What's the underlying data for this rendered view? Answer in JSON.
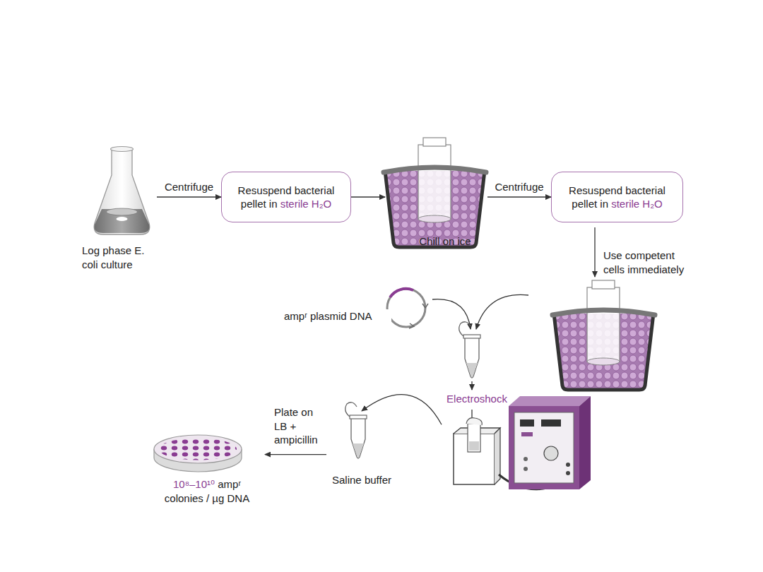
{
  "diagram": {
    "nodes": [
      {
        "text": [
          "Log phase E. coli culture"
        ]
      },
      {
        "text": [
          "Resuspend bacterial pellet in",
          "sterile H₂O"
        ]
      },
      {
        "text": [
          "Chill on ice"
        ]
      },
      {
        "text": [
          "Resuspend bacterial pellet in",
          "sterile H₂O"
        ]
      },
      {
        "text": [
          "Electroshock"
        ]
      },
      {
        "text": [
          "Saline buffer"
        ]
      },
      {
        "text": [
          "10⁸–10¹⁰",
          "ampʳ colonies / µg DNA"
        ]
      }
    ],
    "edges": [
      {
        "from": 0,
        "to": 1,
        "arrow": "to",
        "label": "Centrifuge"
      },
      {
        "from": 1,
        "to": 2,
        "arrow": "to"
      },
      {
        "from": 2,
        "to": 3,
        "arrow": "to",
        "label": "Centrifuge"
      },
      {
        "from": 4,
        "to": 5,
        "arrow": "to"
      },
      {
        "from": 5,
        "to": 6,
        "arrow": "to",
        "label": "Plate on LB + ampicillin"
      }
    ],
    "labels": [
      "ampʳ plasmid DNA",
      "Use competent cells immediately"
    ]
  }
}
